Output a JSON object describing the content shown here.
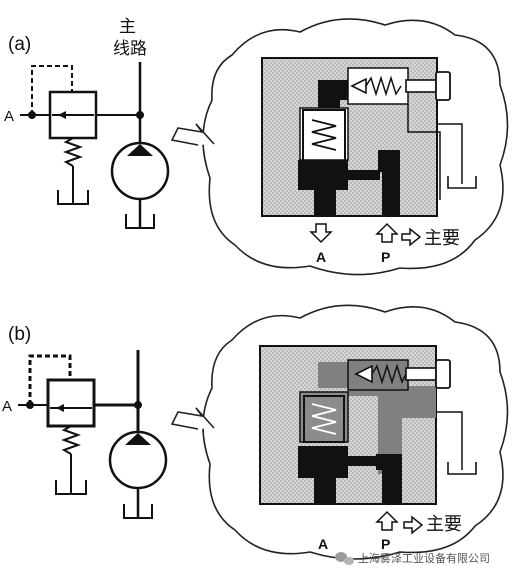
{
  "panel_a": {
    "tag": "(a)",
    "port_a": "A",
    "main_line": [
      "主",
      "线路"
    ],
    "bottom_port_a": "A",
    "bottom_port_p": "P",
    "main_label": "主要"
  },
  "panel_b": {
    "tag": "(b)",
    "port_a": "A",
    "bottom_port_a": "A",
    "bottom_port_p": "P",
    "main_label": "主要"
  },
  "watermark": {
    "text": "上海雾泽工业设备有限公司",
    "icon": "wechat-icon"
  },
  "colors": {
    "ink": "#111111",
    "valve_fill": "#d9d9d9",
    "pressurized_oil": "#808080"
  }
}
